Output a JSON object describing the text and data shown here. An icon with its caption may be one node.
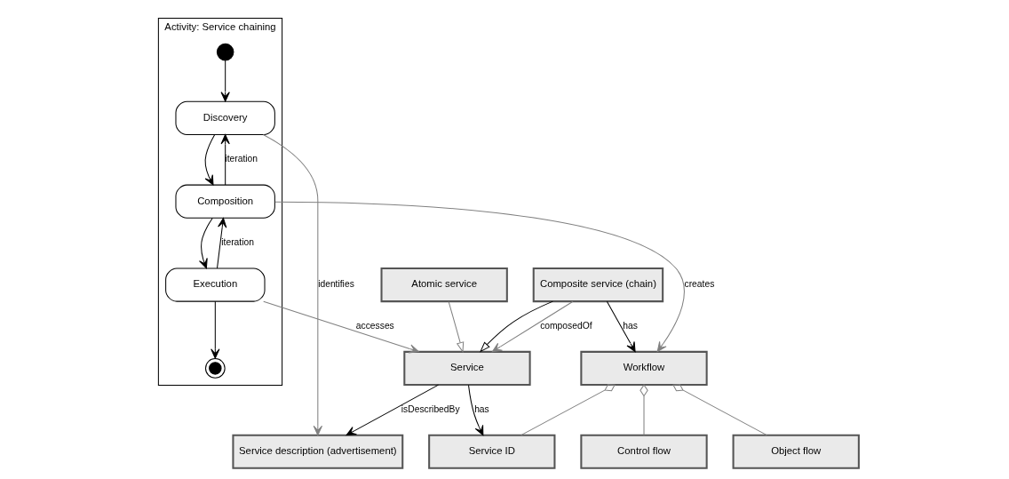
{
  "diagram": {
    "nodes": [
      {
        "text": [
          "Activity: Service chaining"
        ]
      },
      {
        "text": [],
        "shape": "circle",
        "in": 0
      },
      {
        "text": [
          "Discovery"
        ],
        "in": 0
      },
      {
        "text": [
          "Composition"
        ],
        "in": 0
      },
      {
        "text": [
          "Execution"
        ],
        "in": 0
      },
      {
        "text": [],
        "shape": "circle",
        "in": 0
      },
      {
        "text": [
          "Service description (advertisement)"
        ]
      },
      {
        "text": [
          "Workflow"
        ]
      },
      {
        "text": [
          "Atomic service"
        ]
      },
      {
        "text": [
          "Composite service (chain)"
        ]
      },
      {
        "text": [
          "Control flow"
        ]
      },
      {
        "text": [
          "Object flow"
        ]
      },
      {
        "text": [
          "Service ID"
        ]
      },
      {
        "text": [
          "Service"
        ]
      }
    ],
    "edges": [
      {
        "from": 1,
        "to": 2,
        "arrow": "to"
      },
      {
        "from": 2,
        "to": 3,
        "arrow": "to"
      },
      {
        "from": 3,
        "to": 4,
        "arrow": "to"
      },
      {
        "from": 3,
        "to": 2,
        "arrow": "to",
        "label": "iteration"
      },
      {
        "from": 4,
        "to": 3,
        "arrow": "to",
        "label": "iteration"
      },
      {
        "from": 4,
        "to": 5,
        "arrow": "to"
      },
      {
        "from": 2,
        "to": 6,
        "arrow": "to",
        "label": "identifies",
        "color": "#808080"
      },
      {
        "from": 3,
        "to": 7,
        "arrow": "to",
        "label": "creates",
        "color": "#808080"
      },
      {
        "from": 9,
        "to": 7,
        "arrow": "to",
        "label": "has"
      },
      {
        "from": 7,
        "to": 10,
        "arrow": "other",
        "color": "#808080"
      },
      {
        "from": 7,
        "to": 11,
        "arrow": "other",
        "color": "#808080"
      },
      {
        "from": 7,
        "to": 12,
        "arrow": "other",
        "color": "#808080"
      },
      {
        "from": 8,
        "to": 13,
        "arrow": "to",
        "color": "#808080"
      },
      {
        "from": 9,
        "to": 13,
        "arrow": "to"
      },
      {
        "from": 9,
        "to": 13,
        "arrow": "to",
        "label": "composedOf",
        "color": "#808080"
      },
      {
        "from": 13,
        "to": 12,
        "arrow": "to",
        "label": "has"
      },
      {
        "from": 13,
        "to": 6,
        "arrow": "to",
        "label": "isDescribedBy"
      },
      {
        "from": 4,
        "to": 13,
        "arrow": "to",
        "label": "accesses",
        "color": "#808080"
      }
    ]
  }
}
